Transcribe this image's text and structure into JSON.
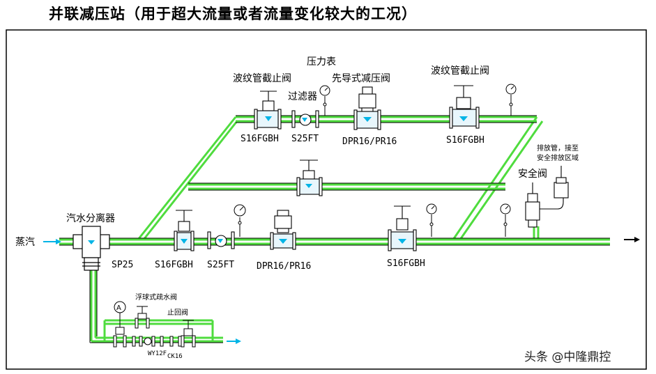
{
  "title": "并联减压站（用于超大流量或者流量变化较大的工况）",
  "labels": {
    "steam": "蒸汽",
    "separator": "汽水分离器",
    "sp25": "SP25",
    "valve_low_1": "S16FGBH",
    "filter_low": "S25FT",
    "prv_low": "DPR16/PR16",
    "valve_low_2": "S16FGBH",
    "bellows_valve_upper_left": "波纹管截止阀",
    "filter_upper_name": "过滤器",
    "pressure_gauge": "压力表",
    "pilot_prv": "先导式减压阀",
    "bellows_valve_upper_right": "波纹管截止阀",
    "valve_up_1": "S16FGBH",
    "filter_up": "S25FT",
    "prv_up": "DPR16/PR16",
    "valve_up_2": "S16FGBH",
    "safety_valve": "安全阀",
    "discharge_line1": "排放管，接至",
    "discharge_line2": "安全排放区域",
    "float_trap": "浮球式疏水阀",
    "check_valve": "止回阀",
    "wy12f": "WY12F",
    "ck16": "CK16",
    "gauge_a": "A"
  },
  "watermark": "头条 @中隆鼎控",
  "colors": {
    "pipe_green": "#4fdc3e",
    "outline": "#000000",
    "valve_fill": "#a8d6f0",
    "cyan_arrow": "#00b4e6"
  }
}
